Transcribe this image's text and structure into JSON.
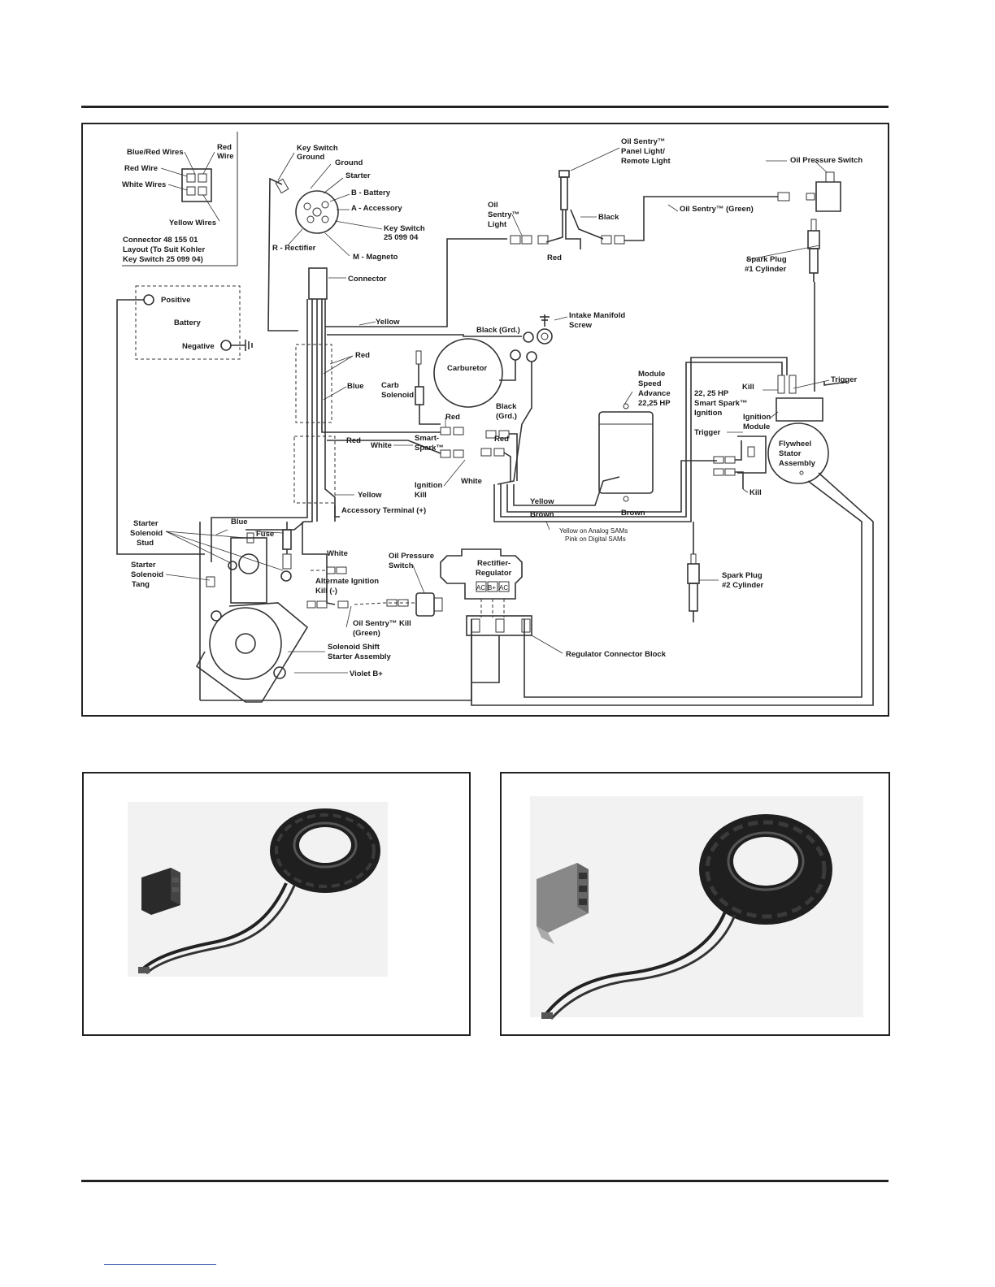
{
  "diagram": {
    "connector": {
      "wires": [
        "Blue/Red Wires",
        "Red Wire",
        "White Wires",
        "Red",
        "Wire",
        "Yellow Wires"
      ],
      "caption": [
        "Connector 48 155 01",
        "Layout (To Suit Kohler",
        "Key Switch 25 099 04)"
      ]
    },
    "keyswitch": {
      "ground_label": [
        "Key Switch",
        "Ground"
      ],
      "terminals": [
        "Ground",
        "Starter",
        "B - Battery",
        "A - Accessory",
        "R - Rectifier",
        "M - Magneto"
      ],
      "part": [
        "Key Switch",
        "25 099 04"
      ],
      "connector": "Connector"
    },
    "battery": {
      "positive": "Positive",
      "battery": "Battery",
      "negative": "Negative"
    },
    "oil_sentry": {
      "panel_light": [
        "Oil Sentry™",
        "Panel Light/",
        "Remote Light"
      ],
      "light": [
        "Oil",
        "Sentry™",
        "Light"
      ],
      "black": "Black",
      "red": "Red",
      "green": "Oil Sentry™ (Green)",
      "pressure_switch": "Oil Pressure Switch"
    },
    "spark_plug_1": [
      "Spark Plug",
      "#1 Cylinder"
    ],
    "spark_plug_2": [
      "Spark Plug",
      "#2 Cylinder"
    ],
    "wires": {
      "yellow": "Yellow",
      "black_grd": "Black (Grd.)",
      "intake": [
        "Intake Manifold",
        "Screw"
      ],
      "red": "Red",
      "blue": "Blue",
      "carb_solenoid": [
        "Carb",
        "Solenoid"
      ],
      "carburetor": "Carburetor",
      "black_grd2": [
        "Black",
        "(Grd.)"
      ],
      "red2": "Red",
      "red3": "Red",
      "red4": "Red",
      "white": "White",
      "smart_spark": [
        "Smart-",
        "Spark™"
      ],
      "ignition_kill": [
        "Ignition",
        "Kill"
      ],
      "white2": "White",
      "yellow2": "Yellow",
      "accessory": "Accessory Terminal (+)",
      "brown": "Brown",
      "brown2": "Brown",
      "yellow3": "Yellow",
      "sams_note": [
        "Yellow on Analog SAMs",
        "Pink on Digital SAMs"
      ]
    },
    "module": [
      "Module",
      "Speed",
      "Advance",
      "22,25 HP"
    ],
    "ignition": {
      "hp": [
        "22, 25 HP",
        "Smart Spark™",
        "Ignition"
      ],
      "kill": "Kill",
      "trigger": "Trigger",
      "module": [
        "Ignition",
        "Module"
      ],
      "trigger2": "Trigger",
      "kill2": "Kill",
      "flywheel": [
        "Flywheel",
        "Stator",
        "Assembly"
      ]
    },
    "starter": {
      "stud": [
        "Starter",
        "Solenoid",
        "Stud"
      ],
      "tang": [
        "Starter",
        "Solenoid",
        "Tang"
      ],
      "blue": "Blue",
      "fuse": "Fuse",
      "white": "White",
      "alt_kill": [
        "Alternate Ignition",
        "Kill (-)"
      ],
      "oil_switch": [
        "Oil Pressure",
        "Switch"
      ],
      "oil_kill": [
        "Oil Sentry™ Kill",
        "(Green)"
      ],
      "assembly": [
        "Solenoid Shift",
        "Starter Assembly"
      ],
      "violet": "Violet B+"
    },
    "regulator": {
      "name": [
        "Rectifier-",
        "Regulator"
      ],
      "terminals": [
        "AC",
        "B+",
        "AC"
      ],
      "block": "Regulator Connector Block"
    }
  }
}
